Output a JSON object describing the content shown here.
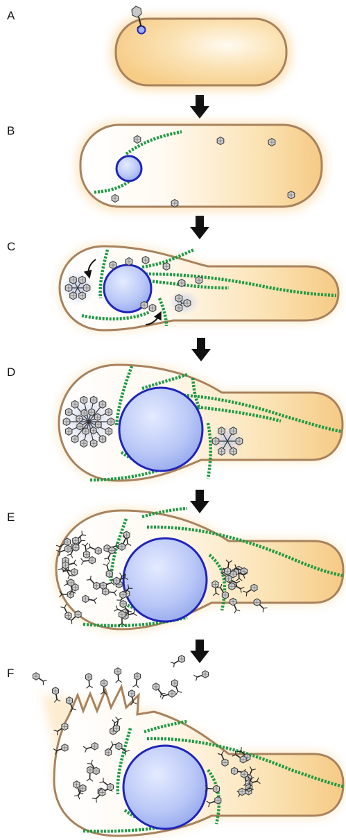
{
  "panels": [
    {
      "label": "A"
    },
    {
      "label": "B"
    },
    {
      "label": "C"
    },
    {
      "label": "D"
    },
    {
      "label": "E"
    },
    {
      "label": "F"
    }
  ],
  "colors": {
    "cell_fill": "#f9d99a",
    "cell_outline": "#a8825d",
    "nucleus_fill": "#9fb1f2",
    "nucleus_outline": "#1f24b8",
    "spindle": "#1f9a44",
    "arrow": "#111111",
    "phage": "#9a9a9a"
  },
  "icons": [
    "down-arrow-icon",
    "phage-icon",
    "curved-arrow-icon"
  ]
}
